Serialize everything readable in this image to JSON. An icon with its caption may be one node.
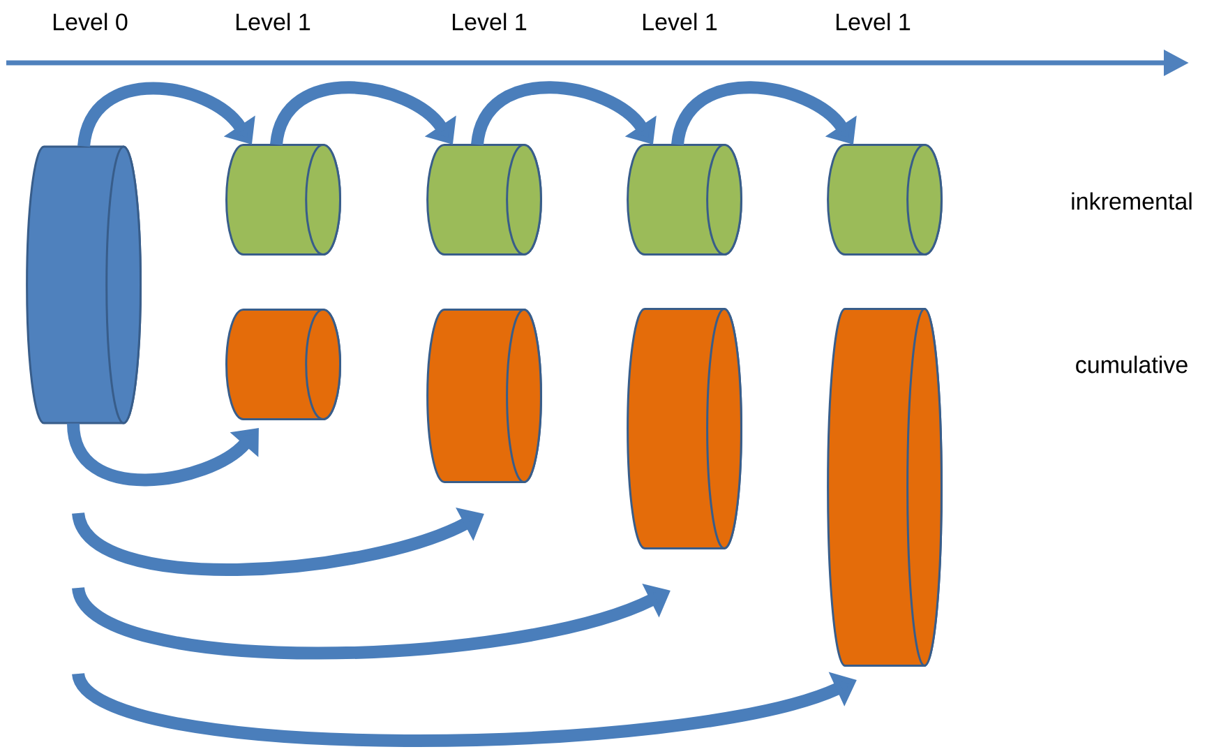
{
  "diagram": {
    "nodes": [
      {
        "text": [],
        "shape": "cylinder"
      },
      {
        "text": [],
        "shape": "cylinder"
      },
      {
        "text": [],
        "shape": "cylinder"
      },
      {
        "text": [],
        "shape": "cylinder"
      },
      {
        "text": [],
        "shape": "cylinder"
      },
      {
        "text": [],
        "shape": "cylinder"
      },
      {
        "text": [],
        "shape": "cylinder"
      },
      {
        "text": [],
        "shape": "cylinder"
      },
      {
        "text": [],
        "shape": "cylinder"
      }
    ],
    "edges": [
      {
        "from": 0,
        "to": 1,
        "arrow": "to"
      },
      {
        "from": 1,
        "to": 2,
        "arrow": "to"
      },
      {
        "from": 2,
        "to": 3,
        "arrow": "to"
      },
      {
        "from": 3,
        "to": 4,
        "arrow": "to"
      },
      {
        "from": 0,
        "to": 5,
        "arrow": "to"
      },
      {
        "from": null,
        "to": 6,
        "arrow": "to"
      },
      {
        "from": null,
        "to": 7,
        "arrow": "to"
      },
      {
        "from": null,
        "to": 8,
        "arrow": "to"
      }
    ],
    "labels": [
      "Level 0",
      "Level 1",
      "Level 1",
      "Level 1",
      "Level 1",
      "inkremental",
      "cumulative"
    ]
  }
}
